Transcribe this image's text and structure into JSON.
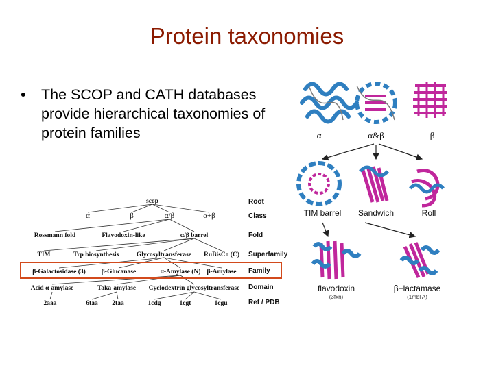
{
  "slide": {
    "title": "Protein taxonomies",
    "bullet": "The SCOP and CATH databases provide hierarchical taxonomies of protein families"
  },
  "tree": {
    "rows": [
      {
        "level": "Root",
        "nodes": [
          "scop"
        ]
      },
      {
        "level": "Class",
        "nodes": [
          "α",
          "β",
          "α/β",
          "α+β"
        ]
      },
      {
        "level": "Fold",
        "nodes": [
          "Rossmann fold",
          "Flavodoxin-like",
          "α/β barrel"
        ]
      },
      {
        "level": "Superfamily",
        "nodes": [
          "TIM",
          "Trp biosynthesis",
          "Glycosyltransferase",
          "RuBisCo (C)"
        ]
      },
      {
        "level": "Family",
        "nodes": [
          "β-Galactosidase (3)",
          "β-Glucanase",
          "α-Amylase (N)",
          "β-Amylase"
        ]
      },
      {
        "level": "Domain",
        "nodes": [
          "Acid α-amylase",
          "Taka-amylase",
          "Cyclodextrin glycosyltransferase"
        ]
      },
      {
        "level": "Ref / PDB",
        "nodes": [
          "2aaa",
          "6taa",
          "2taa",
          "1cdg",
          "1cgt",
          "1cgu"
        ]
      }
    ]
  },
  "gallery": {
    "classes": [
      "α",
      "α&β",
      "β"
    ],
    "folds": [
      "TIM barrel",
      "Sandwich",
      "Roll"
    ],
    "families": [
      {
        "name": "flavodoxin",
        "id": "(3fxn)"
      },
      {
        "name": "β−lactamase",
        "id": "(1mbl A)"
      }
    ],
    "colors": {
      "helix": "#2f7fc0",
      "strand": "#c0279c",
      "loop": "#7a7a7a",
      "highlight": "#d24a1c"
    }
  }
}
